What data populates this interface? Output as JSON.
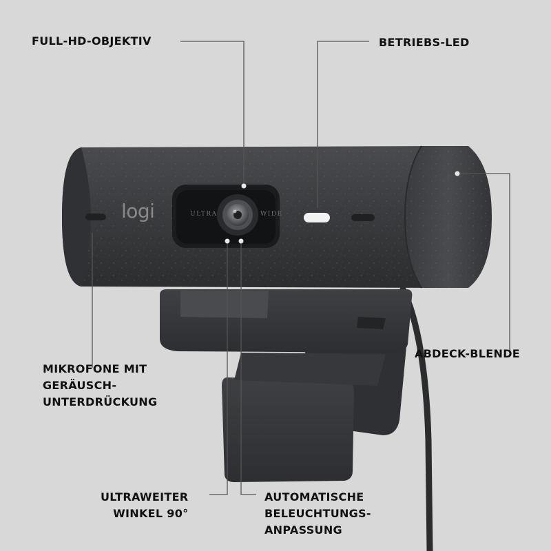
{
  "labels": {
    "lens": "FULL-HD-OBJEKTIV",
    "led": "BETRIEBS-LED",
    "cover": "ABDECK-BLENDE",
    "mic": [
      "MIKROFONE MIT",
      "GERÄUSCH-",
      "UNTERDRÜCKUNG"
    ],
    "wide": [
      "ULTRAWEITER",
      "WINKEL 90°"
    ],
    "light": [
      "AUTOMATISCHE",
      "BELEUCHTUNGS-",
      "ANPASSUNG"
    ]
  },
  "product": {
    "logo": "logi",
    "lens_left_word": "ULTRA",
    "lens_right_word": "WIDE"
  },
  "colors": {
    "background": "#d8d8d8",
    "body": "#3a3b3d",
    "leader_lines": "#555555",
    "text": "#111111"
  }
}
